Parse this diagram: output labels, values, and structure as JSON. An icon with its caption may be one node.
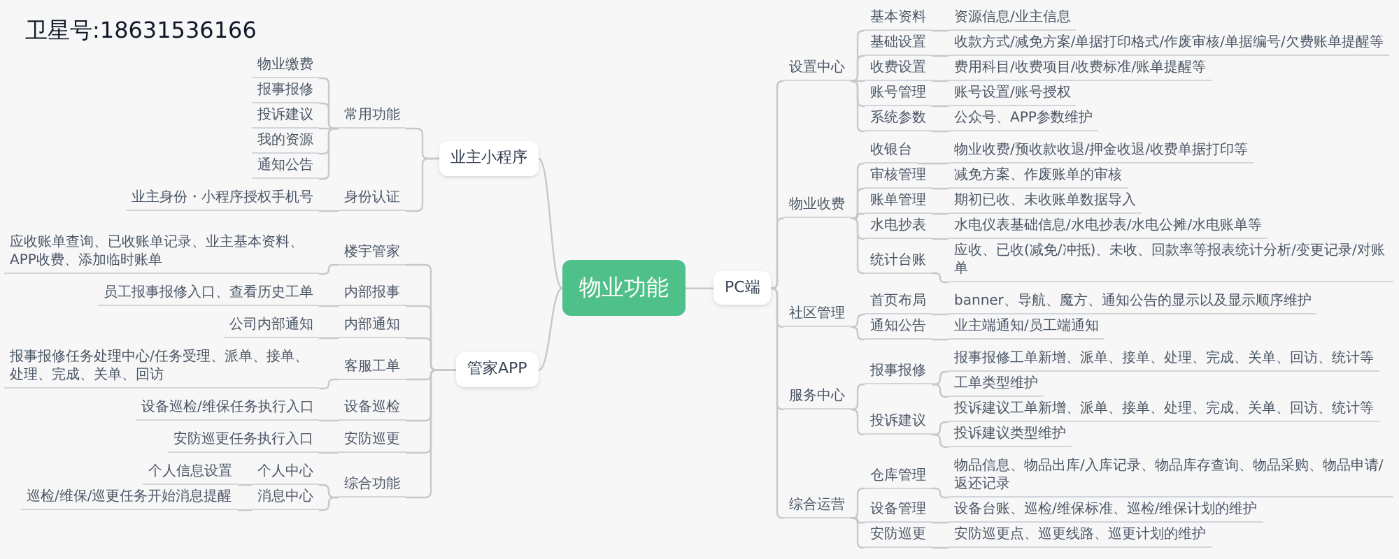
{
  "diagram": {
    "nodes": [
      {
        "text": [
          "物业功能"
        ]
      },
      {
        "text": [
          "业主小程序"
        ]
      },
      {
        "text": [
          "常用功能"
        ]
      },
      {
        "text": [
          "物业缴费"
        ]
      },
      {
        "text": [
          "报事报修"
        ]
      },
      {
        "text": [
          "投诉建议"
        ]
      },
      {
        "text": [
          "我的资源"
        ]
      },
      {
        "text": [
          "通知公告"
        ]
      },
      {
        "text": [
          "身份认证"
        ]
      },
      {
        "text": [
          "业主身份・小程序授权手机号"
        ]
      },
      {
        "text": [
          "管家APP"
        ]
      },
      {
        "text": [
          "楼宇管家"
        ]
      },
      {
        "text": [
          "应收账单查询、已收账单记录、业主基本资料、APP收费、添加临时账单"
        ]
      },
      {
        "text": [
          "内部报事"
        ]
      },
      {
        "text": [
          "员工报事报修入口、查看历史工单"
        ]
      },
      {
        "text": [
          "内部通知"
        ]
      },
      {
        "text": [
          "公司内部通知"
        ]
      },
      {
        "text": [
          "客服工单"
        ]
      },
      {
        "text": [
          "报事报修任务处理中心/任务受理、派单、接单、处理、完成、关单、回访"
        ]
      },
      {
        "text": [
          "设备巡检"
        ]
      },
      {
        "text": [
          "设备巡检/维保任务执行入口"
        ]
      },
      {
        "text": [
          "安防巡更"
        ]
      },
      {
        "text": [
          "安防巡更任务执行入口"
        ]
      },
      {
        "text": [
          "综合功能"
        ]
      },
      {
        "text": [
          "个人中心"
        ]
      },
      {
        "text": [
          "个人信息设置"
        ]
      },
      {
        "text": [
          "消息中心"
        ]
      },
      {
        "text": [
          "巡检/维保/巡更任务开始消息提醒"
        ]
      },
      {
        "text": [
          "PC端"
        ]
      },
      {
        "text": [
          "设置中心"
        ]
      },
      {
        "text": [
          "基本资料"
        ]
      },
      {
        "text": [
          "资源信息/业主信息"
        ]
      },
      {
        "text": [
          "基础设置"
        ]
      },
      {
        "text": [
          "收款方式/减免方案/单据打印格式/作废审核/单据编号/欠费账单提醒等"
        ]
      },
      {
        "text": [
          "收费设置"
        ]
      },
      {
        "text": [
          "费用科目/收费项目/收费标准/账单提醒等"
        ]
      },
      {
        "text": [
          "账号管理"
        ]
      },
      {
        "text": [
          "账号设置/账号授权"
        ]
      },
      {
        "text": [
          "系统参数"
        ]
      },
      {
        "text": [
          "公众号、APP参数维护"
        ]
      },
      {
        "text": [
          "物业收费"
        ]
      },
      {
        "text": [
          "收银台"
        ]
      },
      {
        "text": [
          "物业收费/预收款收退/押金收退/收费单据打印等"
        ]
      },
      {
        "text": [
          "审核管理"
        ]
      },
      {
        "text": [
          "减免方案、作废账单的审核"
        ]
      },
      {
        "text": [
          "账单管理"
        ]
      },
      {
        "text": [
          "期初已收、未收账单数据导入"
        ]
      },
      {
        "text": [
          "水电抄表"
        ]
      },
      {
        "text": [
          "水电仪表基础信息/水电抄表/水电公摊/水电账单等"
        ]
      },
      {
        "text": [
          "统计台账"
        ]
      },
      {
        "text": [
          "应收、已收(减免/冲抵)、未收、回款率等报表统计分析/变更记录/对账单"
        ]
      },
      {
        "text": [
          "社区管理"
        ]
      },
      {
        "text": [
          "首页布局"
        ]
      },
      {
        "text": [
          "banner、导航、魔方、通知公告的显示以及显示顺序维护"
        ]
      },
      {
        "text": [
          "通知公告"
        ]
      },
      {
        "text": [
          "业主端通知/员工端通知"
        ]
      },
      {
        "text": [
          "服务中心"
        ]
      },
      {
        "text": [
          "报事报修"
        ]
      },
      {
        "text": [
          "报事报修工单新增、派单、接单、处理、完成、关单、回访、统计等"
        ]
      },
      {
        "text": [
          "工单类型维护"
        ]
      },
      {
        "text": [
          "投诉建议"
        ]
      },
      {
        "text": [
          "投诉建议工单新增、派单、接单、处理、完成、关单、回访、统计等"
        ]
      },
      {
        "text": [
          "投诉建议类型维护"
        ]
      },
      {
        "text": [
          "综合运营"
        ]
      },
      {
        "text": [
          "仓库管理"
        ]
      },
      {
        "text": [
          "物品信息、物品出库/入库记录、物品库存查询、物品采购、物品申请/返还记录"
        ]
      },
      {
        "text": [
          "设备管理"
        ]
      },
      {
        "text": [
          "设备台账、巡检/维保标准、巡检/维保计划的维护"
        ]
      },
      {
        "text": [
          "安防巡更"
        ]
      },
      {
        "text": [
          "安防巡更点、巡更线路、巡更计划的维护"
        ]
      }
    ],
    "edges": [
      {
        "from": 0,
        "to": 1,
        "arrow": "none"
      },
      {
        "from": 1,
        "to": 2,
        "arrow": "none"
      },
      {
        "from": 2,
        "to": 3,
        "arrow": "none"
      },
      {
        "from": 2,
        "to": 4,
        "arrow": "none"
      },
      {
        "from": 2,
        "to": 5,
        "arrow": "none"
      },
      {
        "from": 2,
        "to": 6,
        "arrow": "none"
      },
      {
        "from": 2,
        "to": 7,
        "arrow": "none"
      },
      {
        "from": 1,
        "to": 8,
        "arrow": "none"
      },
      {
        "from": 8,
        "to": 9,
        "arrow": "none"
      },
      {
        "from": 0,
        "to": 10,
        "arrow": "none"
      },
      {
        "from": 10,
        "to": 11,
        "arrow": "none"
      },
      {
        "from": 11,
        "to": 12,
        "arrow": "none"
      },
      {
        "from": 10,
        "to": 13,
        "arrow": "none"
      },
      {
        "from": 13,
        "to": 14,
        "arrow": "none"
      },
      {
        "from": 10,
        "to": 15,
        "arrow": "none"
      },
      {
        "from": 15,
        "to": 16,
        "arrow": "none"
      },
      {
        "from": 10,
        "to": 17,
        "arrow": "none"
      },
      {
        "from": 17,
        "to": 18,
        "arrow": "none"
      },
      {
        "from": 10,
        "to": 19,
        "arrow": "none"
      },
      {
        "from": 19,
        "to": 20,
        "arrow": "none"
      },
      {
        "from": 10,
        "to": 21,
        "arrow": "none"
      },
      {
        "from": 21,
        "to": 22,
        "arrow": "none"
      },
      {
        "from": 10,
        "to": 23,
        "arrow": "none"
      },
      {
        "from": 23,
        "to": 24,
        "arrow": "none"
      },
      {
        "from": 24,
        "to": 25,
        "arrow": "none"
      },
      {
        "from": 23,
        "to": 26,
        "arrow": "none"
      },
      {
        "from": 26,
        "to": 27,
        "arrow": "none"
      },
      {
        "from": 0,
        "to": 28,
        "arrow": "none"
      },
      {
        "from": 28,
        "to": 29,
        "arrow": "none"
      },
      {
        "from": 29,
        "to": 30,
        "arrow": "none"
      },
      {
        "from": 30,
        "to": 31,
        "arrow": "none"
      },
      {
        "from": 29,
        "to": 32,
        "arrow": "none"
      },
      {
        "from": 32,
        "to": 33,
        "arrow": "none"
      },
      {
        "from": 29,
        "to": 34,
        "arrow": "none"
      },
      {
        "from": 34,
        "to": 35,
        "arrow": "none"
      },
      {
        "from": 29,
        "to": 36,
        "arrow": "none"
      },
      {
        "from": 36,
        "to": 37,
        "arrow": "none"
      },
      {
        "from": 29,
        "to": 38,
        "arrow": "none"
      },
      {
        "from": 38,
        "to": 39,
        "arrow": "none"
      },
      {
        "from": 28,
        "to": 40,
        "arrow": "none"
      },
      {
        "from": 40,
        "to": 41,
        "arrow": "none"
      },
      {
        "from": 41,
        "to": 42,
        "arrow": "none"
      },
      {
        "from": 40,
        "to": 43,
        "arrow": "none"
      },
      {
        "from": 43,
        "to": 44,
        "arrow": "none"
      },
      {
        "from": 40,
        "to": 45,
        "arrow": "none"
      },
      {
        "from": 45,
        "to": 46,
        "arrow": "none"
      },
      {
        "from": 40,
        "to": 47,
        "arrow": "none"
      },
      {
        "from": 47,
        "to": 48,
        "arrow": "none"
      },
      {
        "from": 40,
        "to": 49,
        "arrow": "none"
      },
      {
        "from": 49,
        "to": 50,
        "arrow": "none"
      },
      {
        "from": 28,
        "to": 51,
        "arrow": "none"
      },
      {
        "from": 51,
        "to": 52,
        "arrow": "none"
      },
      {
        "from": 52,
        "to": 53,
        "arrow": "none"
      },
      {
        "from": 51,
        "to": 54,
        "arrow": "none"
      },
      {
        "from": 54,
        "to": 55,
        "arrow": "none"
      },
      {
        "from": 28,
        "to": 56,
        "arrow": "none"
      },
      {
        "from": 56,
        "to": 57,
        "arrow": "none"
      },
      {
        "from": 57,
        "to": 58,
        "arrow": "none"
      },
      {
        "from": 57,
        "to": 59,
        "arrow": "none"
      },
      {
        "from": 56,
        "to": 60,
        "arrow": "none"
      },
      {
        "from": 60,
        "to": 61,
        "arrow": "none"
      },
      {
        "from": 60,
        "to": 62,
        "arrow": "none"
      },
      {
        "from": 28,
        "to": 63,
        "arrow": "none"
      },
      {
        "from": 63,
        "to": 64,
        "arrow": "none"
      },
      {
        "from": 64,
        "to": 65,
        "arrow": "none"
      },
      {
        "from": 63,
        "to": 66,
        "arrow": "none"
      },
      {
        "from": 66,
        "to": 67,
        "arrow": "none"
      },
      {
        "from": 63,
        "to": 68,
        "arrow": "none"
      },
      {
        "from": 68,
        "to": 69,
        "arrow": "none"
      }
    ],
    "labels": [
      "卫星号:18631536166"
    ]
  }
}
